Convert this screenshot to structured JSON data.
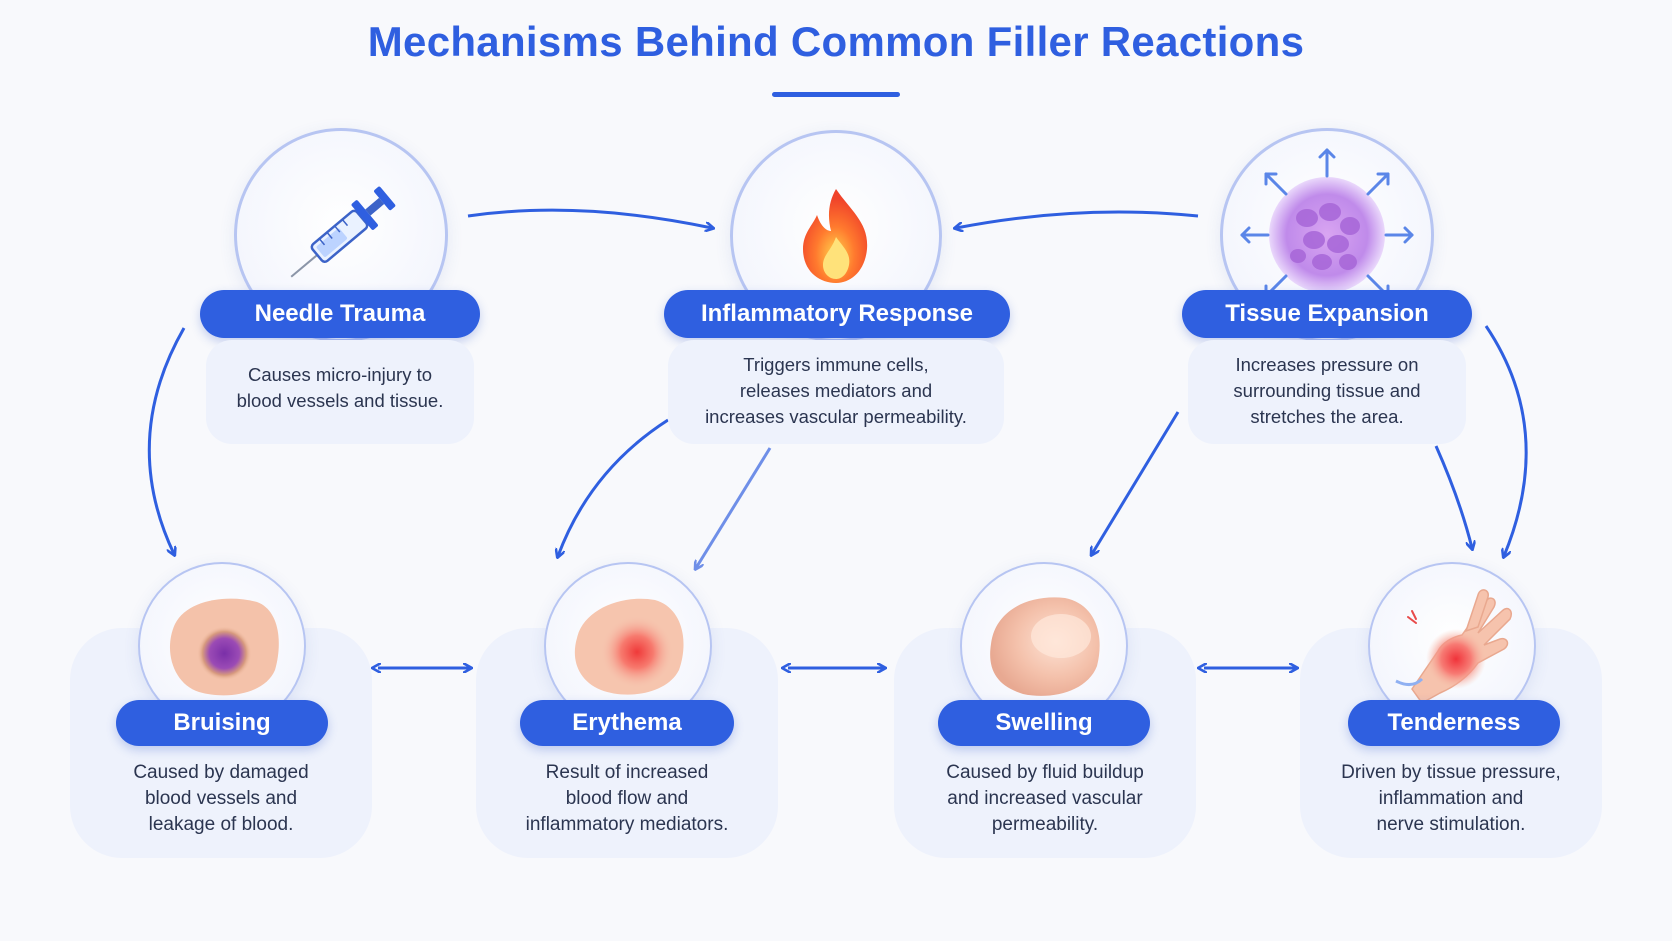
{
  "title": "Mechanisms Behind Common Filler Reactions",
  "colors": {
    "accent": "#2f5fe0",
    "card": "#eef2fc",
    "ring": "#b7c5f2"
  },
  "causes": [
    {
      "label": "Needle Trauma",
      "icon": "syringe-icon",
      "lines": [
        "Causes micro-injury to",
        "blood vessels and tissue."
      ]
    },
    {
      "label": "Inflammatory Response",
      "icon": "flame-icon",
      "lines": [
        "Triggers immune cells,",
        "releases mediators and",
        "increases vascular permeability."
      ]
    },
    {
      "label": "Tissue Expansion",
      "icon": "expanding-tissue-icon",
      "lines": [
        "Increases pressure on",
        "surrounding tissue and",
        "stretches the area."
      ]
    }
  ],
  "reactions": [
    {
      "label": "Bruising",
      "icon": "bruised-skin-icon",
      "lines": [
        "Caused by damaged",
        "blood vessels and",
        "leakage of blood."
      ]
    },
    {
      "label": "Erythema",
      "icon": "red-skin-icon",
      "lines": [
        "Result of increased",
        "blood flow and",
        "inflammatory mediators."
      ]
    },
    {
      "label": "Swelling",
      "icon": "swollen-skin-icon",
      "lines": [
        "Caused by fluid buildup",
        "and increased vascular",
        "permeability."
      ]
    },
    {
      "label": "Tenderness",
      "icon": "painful-hand-icon",
      "lines": [
        "Driven by tissue pressure,",
        "inflammation and",
        "nerve stimulation."
      ]
    }
  ]
}
